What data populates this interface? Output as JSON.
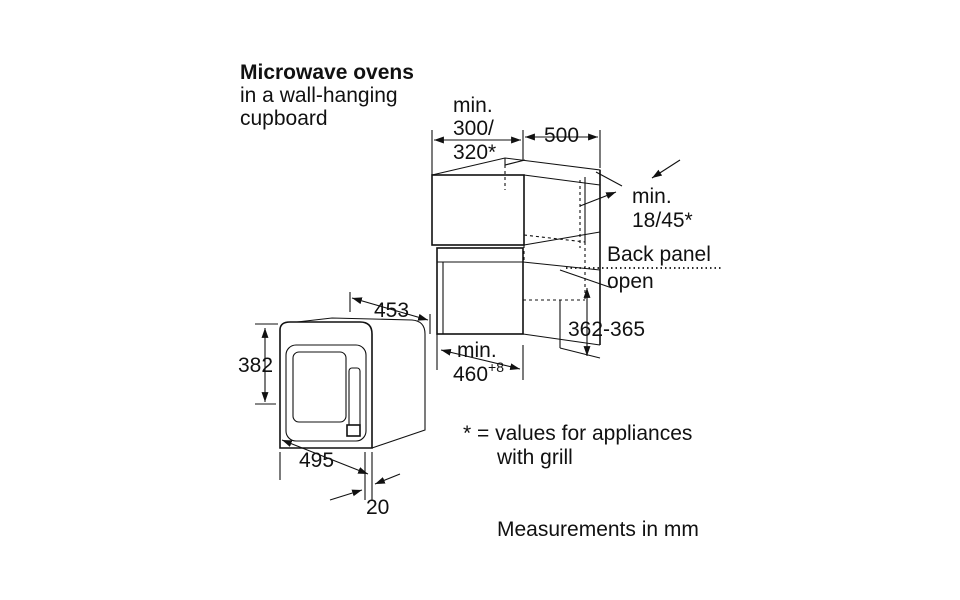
{
  "title": {
    "bold": "Microwave ovens",
    "line2": "in a wall-hanging",
    "line3": "cupboard"
  },
  "dimensions": {
    "cab_side_min": "min.",
    "cab_side_val1": "300/",
    "cab_side_val2": "320*",
    "cab_depth": "500",
    "gap_min": "min.",
    "gap_val": "18/45*",
    "back_panel": "Back panel",
    "open": "open",
    "niche_height": "362-365",
    "niche_depth_min": "min.",
    "niche_depth_val": "460",
    "niche_depth_tol": "+8",
    "oven_depth": "453",
    "oven_height": "382",
    "oven_width": "495",
    "oven_front": "20"
  },
  "notes": {
    "grill_line1": "* = values for appliances",
    "grill_line2": "with grill",
    "units": "Measurements in mm"
  }
}
